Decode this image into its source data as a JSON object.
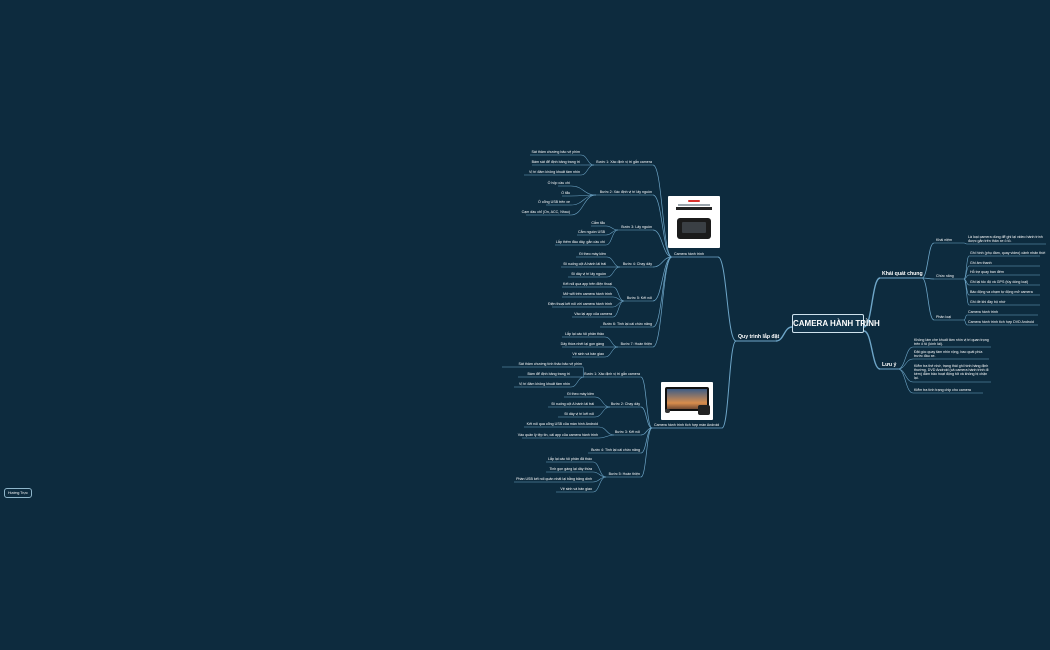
{
  "root": "CAMERA HÀNH TRÌNH",
  "floating": "Hướng Trực",
  "right": {
    "title": "Khái quát chung",
    "groups": [
      {
        "label": "Khái niệm",
        "items": [
          "Là loại camera dùng để ghi lại video hành trình được gắn trên thân xe ô tô."
        ]
      },
      {
        "label": "Chức năng",
        "items": [
          "Ghi hình (phụ đám, quay video) cảnh nhấn thời",
          "Ghi âm thanh",
          "Hỗ trợ quay ban đêm",
          "Ghi lại tốc độ và GPS (tùy dòng loại)",
          "Báo động va chạm tự động mở camera",
          "Ghi đè khi đầy bộ nhớ"
        ]
      },
      {
        "label": "Phân loại",
        "items": [
          "Camera hành trình",
          "Camera hành trình tích hợp DVD Android"
        ]
      }
    ],
    "note": {
      "title": "Lưu ý",
      "items": [
        "Không làm che khuất tầm nhìn vị trí quan trọng trên ô tô (kính lái).",
        "Đặt góc quay tầm nhìn rộng, bao quát phía trước đầu xe.",
        "Kiểm tra thẻ nhớ, trạng thái ghi hình hàng định thường, DVD Android (cả camera hành trình đi kèm) đảm bảo hoạt động tốt và không bị chặn lại.",
        "Kiểm tra tình trạng chip cho camera"
      ]
    }
  },
  "left": {
    "title": "Quy trình lắp đặt",
    "a": {
      "label": "Camera hành trình",
      "steps": [
        {
          "label": "Bước 1: Xác định vị trí gắn camera",
          "items": [
            "Sát thảm chướng bảo vệ phim",
            "Bám sát để định bảng trang trí",
            "Vị trí đảm không khuất tầm nhìn"
          ]
        },
        {
          "label": "Bước 2: Xác định vị trí lấy nguồn",
          "items": [
            "Ổ hộp cầu chì",
            "Ổ tẩu",
            "Ổ cổng USB trên xe",
            "Cạm dầu chỉ (On, ACC, Nhau)"
          ]
        },
        {
          "label": "Bước 3: Lấy nguồn",
          "items": [
            "Cắm tẩu",
            "Cắm nguồn USB",
            "Lắp thêm đầu dây, gắn cầu chì"
          ]
        },
        {
          "label": "Bước 4: Chạy dây",
          "items": [
            "Đi theo máy kiền",
            "Đi xuống cột A hành lái trái",
            "Đi dây vị trí lấy nguồn"
          ]
        },
        {
          "label": "Bước 5: Kết nối",
          "items": [
            "Kết nối qua app trên điện thoại",
            "Mở wifi trên camera hành trình",
            "Điện thoại kết nối với camera hành trình",
            "Vào lại app của camera"
          ]
        },
        {
          "label": "Bước 6: Tinh lại cài chức năng",
          "items": []
        },
        {
          "label": "Bước 7: Hoàn thiện",
          "items": [
            "Lắp lại các tôi phân thảo",
            "Dây thừa nhét lại gọn gàng",
            "Vệ sinh và bàn giao"
          ]
        }
      ]
    },
    "b": {
      "label": "Camera hành trình tích hợp màn Android",
      "steps": [
        {
          "label": "Bước 1: Xác định vị trí gắn camera",
          "items": [
            "Sát thảm chướng tính thảo bảo vệ phim",
            "Bám để định bảng trang trí",
            "Vị trí đảm không khuất tầm nhìn"
          ]
        },
        {
          "label": "Bước 2: Chạy dây",
          "items": [
            "Đi theo máy kiền",
            "Đi xuống cột A hành lái trái",
            "Đi dây vị trí kết nối"
          ]
        },
        {
          "label": "Bước 3: Kết nối",
          "items": [
            "Kết nối qua cổng USB của màn hình Android",
            "Vào quản lý tệp tin, cài app của camera hành trình"
          ]
        },
        {
          "label": "Bước 4: Tinh lại cài chức năng",
          "items": []
        },
        {
          "label": "Bước 5: Hoàn thiện",
          "items": [
            "Lắp lại các tôi phân đã tháo",
            "Tinh gọn gàng lại dây thừa",
            "Phần USB kết nối quản nhất lại bằng băng dính",
            "Vệ sinh và bàn giao"
          ]
        }
      ]
    }
  },
  "colors": {
    "background": "#0d2b3e",
    "link": "#6ea6c8",
    "root_border": "#cfe3ee"
  },
  "icons": [
    "camera-box-image",
    "android-screen-image"
  ]
}
